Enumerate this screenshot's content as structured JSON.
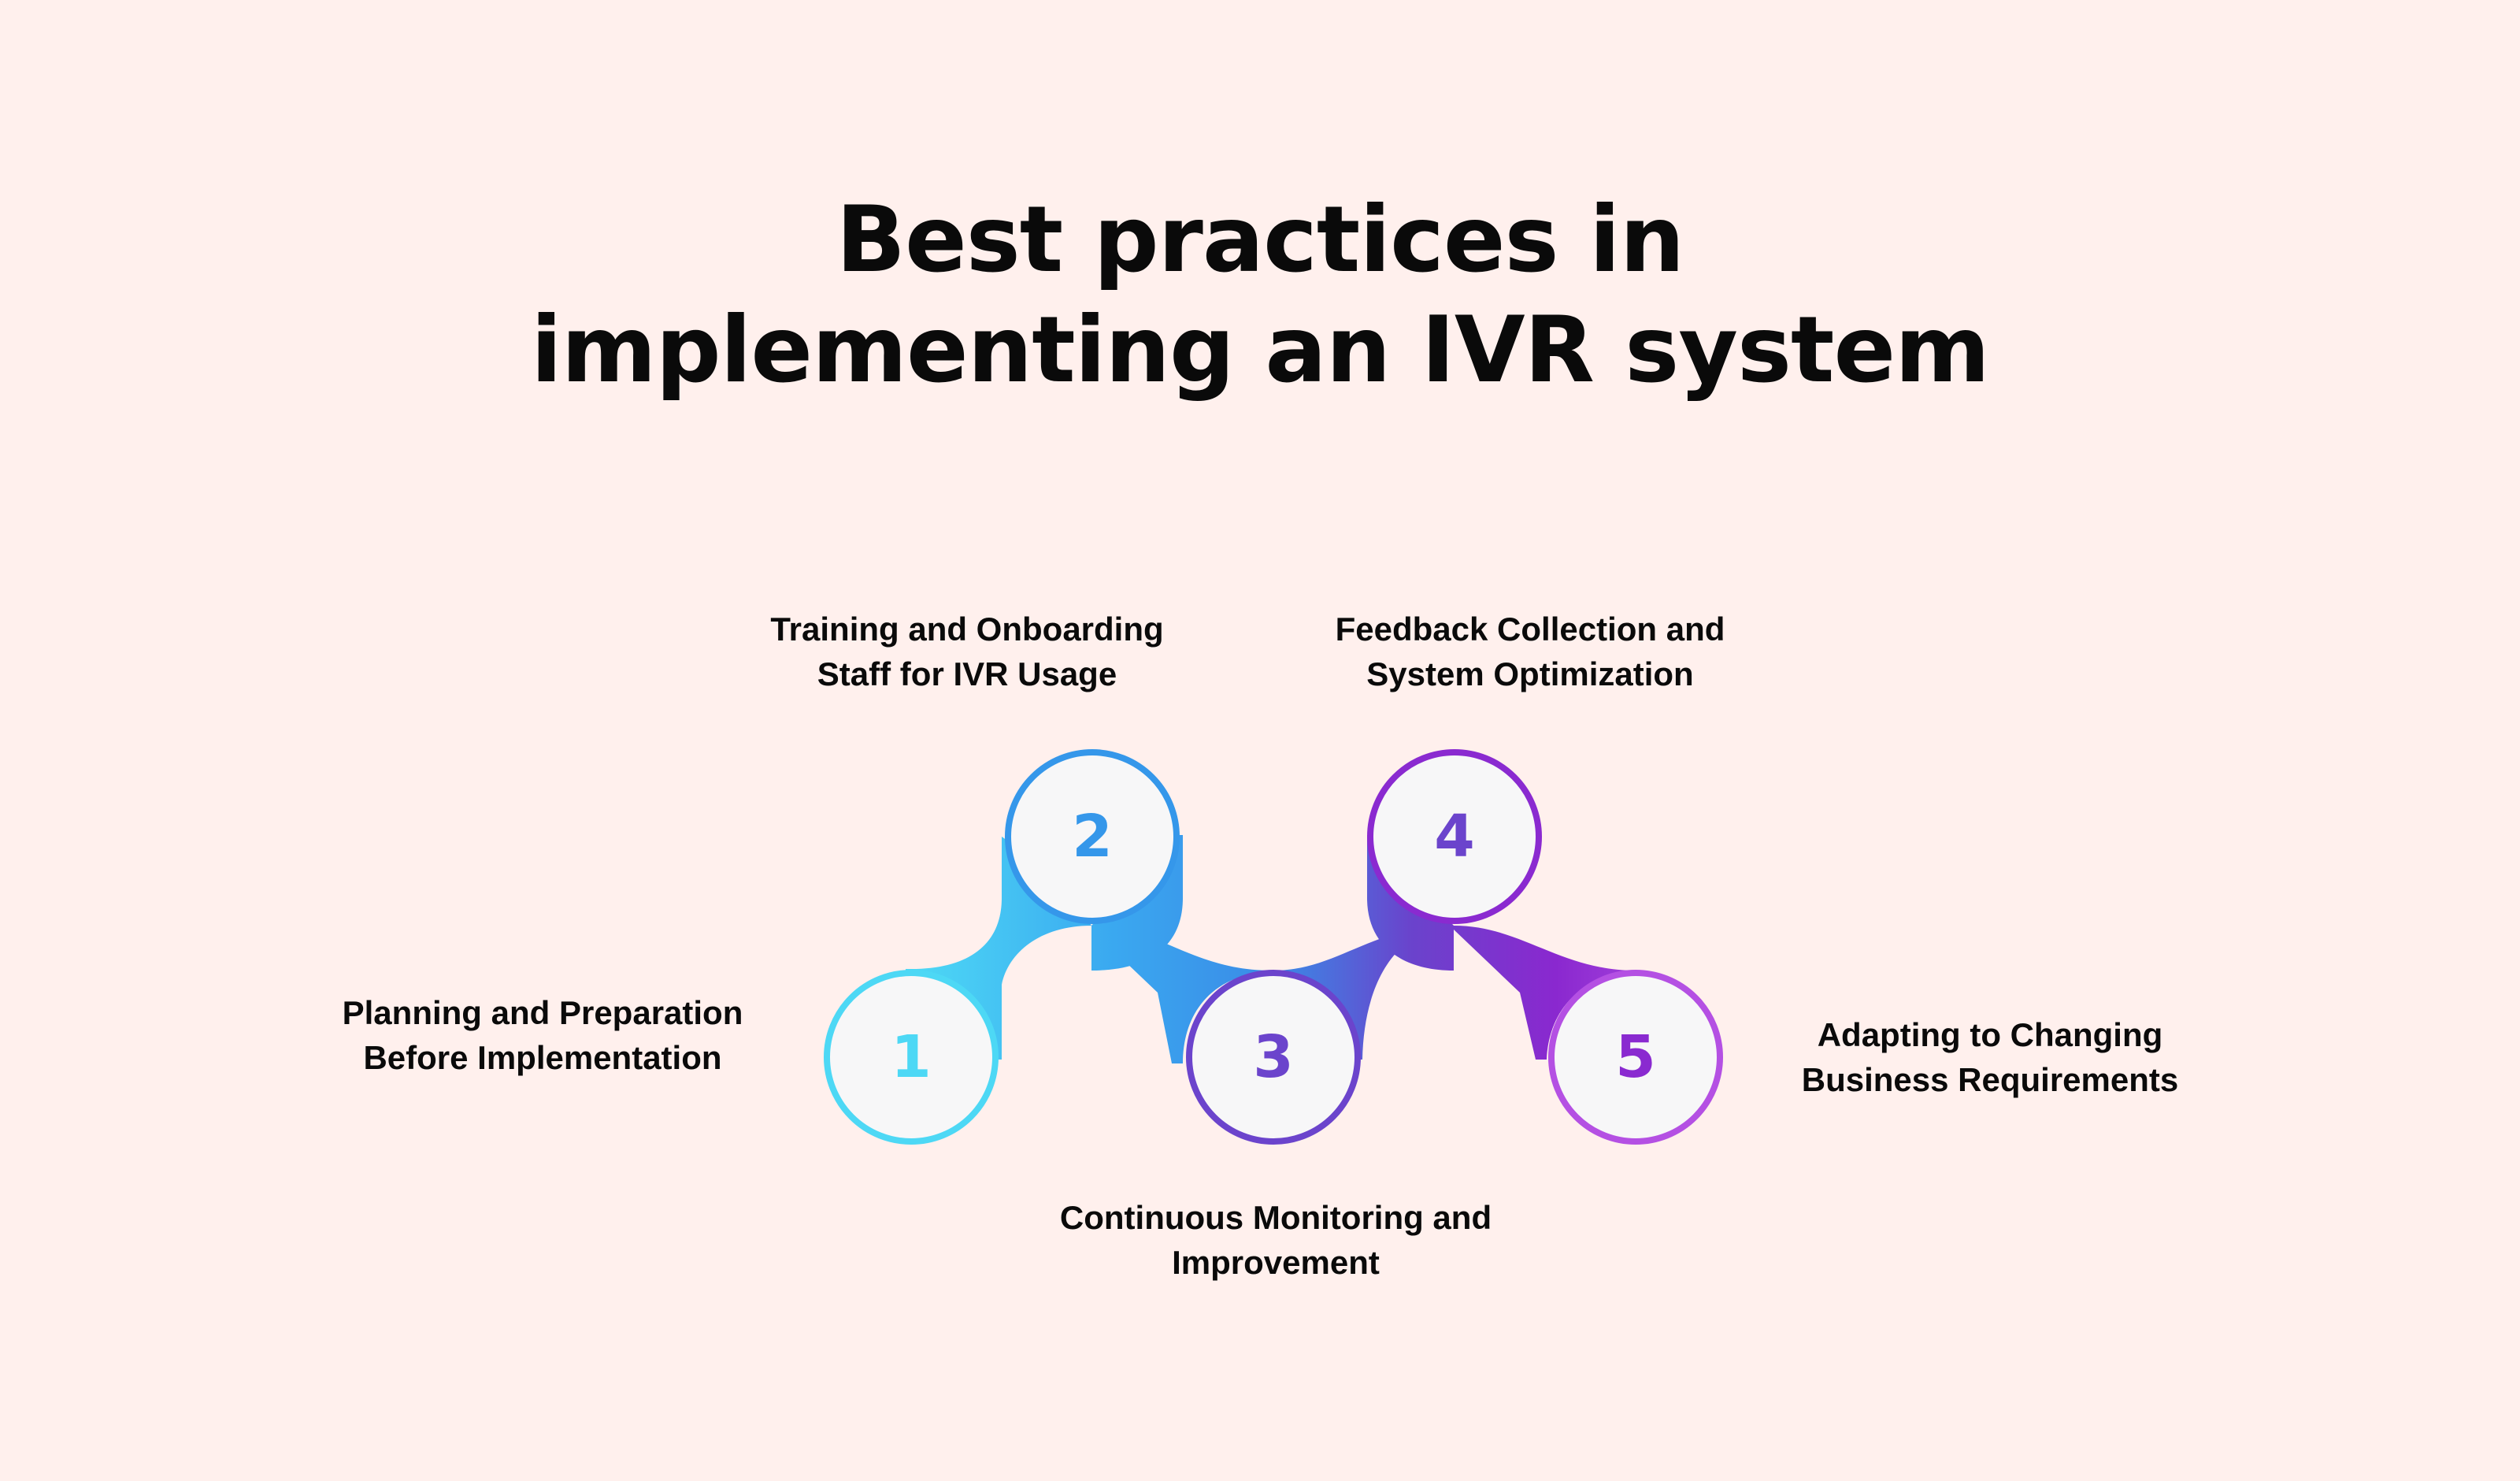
{
  "title": {
    "line1": "Best practices in",
    "line2": "implementing an IVR system"
  },
  "colors": {
    "background": "#fff0ed",
    "circle_fill": "#f7f7f8",
    "step1": "#4dd8f5",
    "step2": "#3597ea",
    "step3": "#6b44cc",
    "step4": "#8a2ad0",
    "step5": "#b450e3"
  },
  "steps": [
    {
      "number": "1",
      "label_lines": [
        "Planning and Preparation",
        "Before Implementation"
      ]
    },
    {
      "number": "2",
      "label_lines": [
        "Training and Onboarding",
        "Staff for IVR Usage"
      ]
    },
    {
      "number": "3",
      "label_lines": [
        "Continuous Monitoring and",
        "Improvement"
      ]
    },
    {
      "number": "4",
      "label_lines": [
        "Feedback Collection and",
        "System Optimization"
      ]
    },
    {
      "number": "5",
      "label_lines": [
        "Adapting to Changing",
        "Business Requirements"
      ]
    }
  ]
}
